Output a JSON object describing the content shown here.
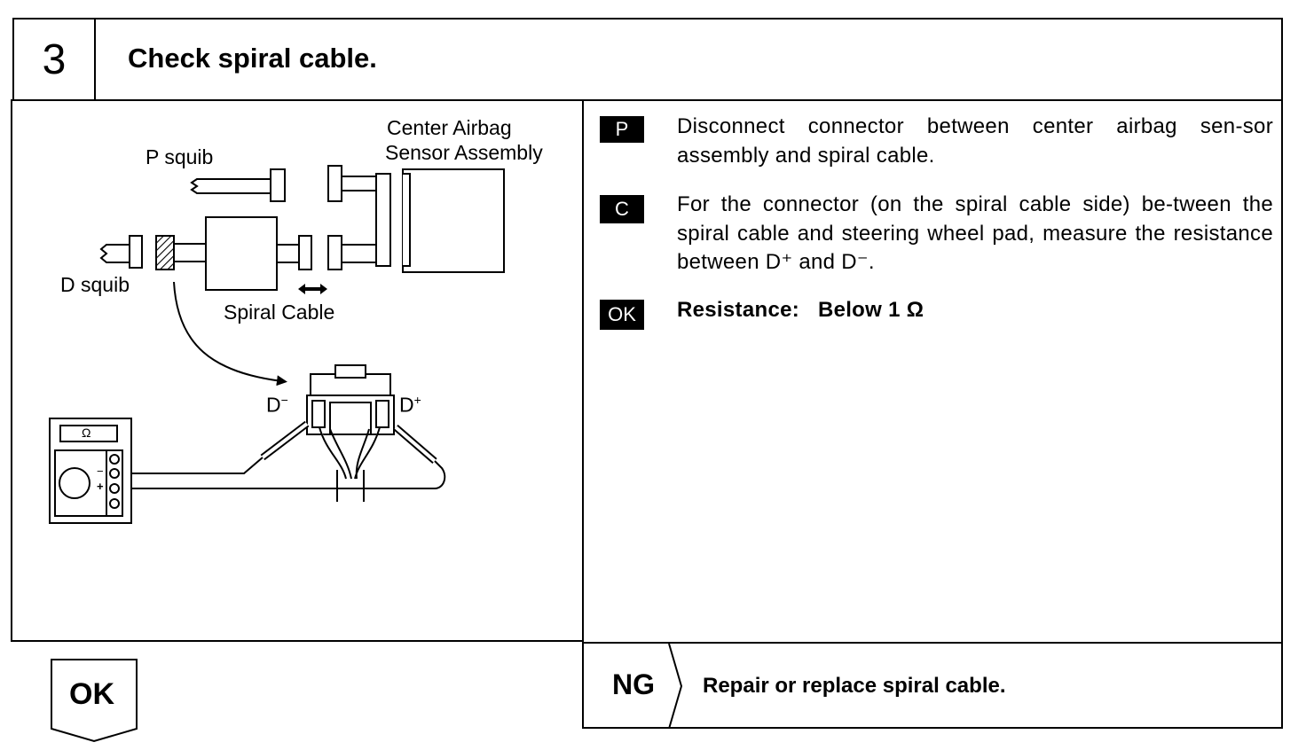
{
  "step": {
    "number": "3",
    "title": "Check spiral cable."
  },
  "diagram": {
    "labels": {
      "p_squib": "P squib",
      "d_squib": "D squib",
      "center_airbag_line1": "Center Airbag",
      "center_airbag_line2": "Sensor Assembly",
      "spiral_cable": "Spiral Cable",
      "d_minus": "D",
      "d_minus_sup": "−",
      "d_plus": "D",
      "d_plus_sup": "+",
      "ohm_symbol": "Ω",
      "meter_minus": "−",
      "meter_plus": "+"
    }
  },
  "instructions": [
    {
      "badge": "P",
      "text": "Disconnect connector between center airbag sen-sor assembly and spiral cable."
    },
    {
      "badge": "C",
      "text": "For the connector (on the spiral cable side) be-tween the spiral cable and steering wheel pad, measure the resistance between D⁺ and D⁻."
    },
    {
      "badge": "OK",
      "text_label": "Resistance:",
      "text_value": "Below 1 Ω"
    }
  ],
  "ng": {
    "label": "NG",
    "text": "Repair or replace spiral cable."
  },
  "ok": {
    "label": "OK"
  }
}
